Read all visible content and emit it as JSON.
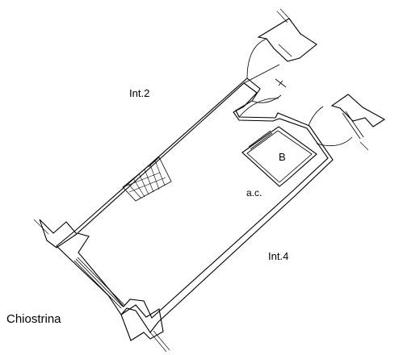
{
  "labels": {
    "unit_left": "Int.2",
    "unit_right": "Int.4",
    "room_b": "B",
    "room_ac": "a.c.",
    "courtyard": "Chiostrina"
  }
}
